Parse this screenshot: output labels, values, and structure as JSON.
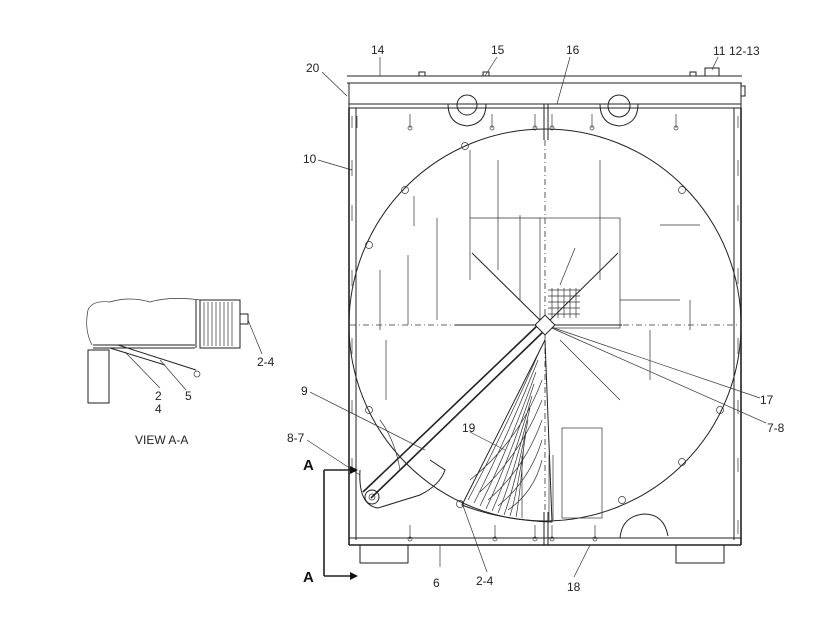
{
  "labels": {
    "l14": "14",
    "l15": "15",
    "l16": "16",
    "l11": "11",
    "l12_13": "12-13",
    "l20": "20",
    "l10": "10",
    "l9": "9",
    "l8_7": "8-7",
    "l19": "19",
    "l17": "17",
    "l7_8": "7-8",
    "l6": "6",
    "l2_4_bottom": "2-4",
    "l18": "18",
    "l2_4_view": "2-4",
    "l2_view": "2",
    "l4_view": "4",
    "l5_view": "5",
    "view_caption": "VIEW A-A",
    "a_top": "A",
    "a_bottom": "A"
  }
}
